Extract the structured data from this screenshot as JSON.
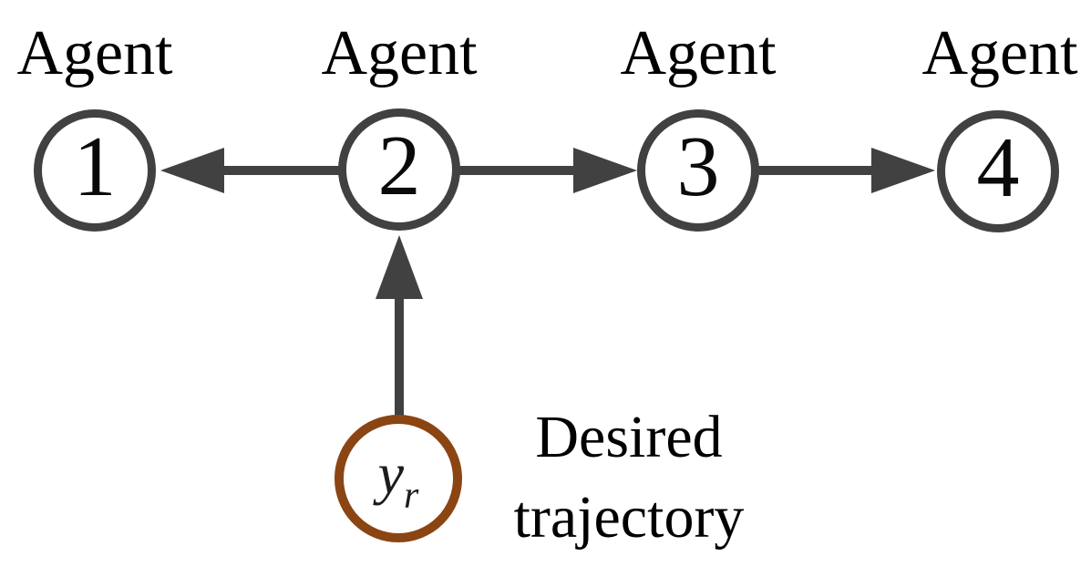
{
  "diagram": {
    "type": "directed-graph",
    "description": "Communication topology of four agents with a desired trajectory reference node",
    "agents": [
      {
        "label": "Agent",
        "number": "1"
      },
      {
        "label": "Agent",
        "number": "2"
      },
      {
        "label": "Agent",
        "number": "3"
      },
      {
        "label": "Agent",
        "number": "4"
      }
    ],
    "reference": {
      "symbol": "y",
      "subscript": "r",
      "caption_line1": "Desired",
      "caption_line2": "trajectory"
    },
    "edges": [
      {
        "from": "Agent 2",
        "to": "Agent 1"
      },
      {
        "from": "Agent 2",
        "to": "Agent 3"
      },
      {
        "from": "Agent 3",
        "to": "Agent 4"
      },
      {
        "from": "yr",
        "to": "Agent 2"
      }
    ],
    "colors": {
      "node_stroke": "#414141",
      "arrow": "#414141",
      "reference_stroke": "#8B4513",
      "text": "#000000",
      "background": "#FFFFFF"
    }
  }
}
